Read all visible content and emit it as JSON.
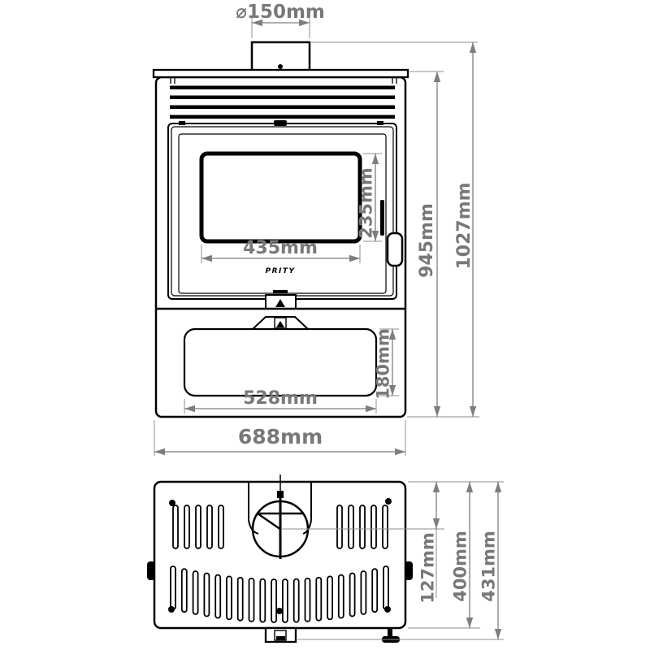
{
  "brand": "PRITY",
  "dims": {
    "flue_diameter": "⌀150mm",
    "glass_width": "435mm",
    "glass_height": "235mm",
    "drawer_width": "528mm",
    "drawer_height": "180mm",
    "total_width": "688mm",
    "body_height": "945mm",
    "total_height": "1027mm",
    "flue_center_offset": "127mm",
    "body_depth": "400mm",
    "total_depth": "431mm"
  },
  "colors": {
    "drawing_line": "#000000",
    "dimension_line": "#7e7e7e",
    "dimension_text": "#787878",
    "background": "#ffffff"
  }
}
